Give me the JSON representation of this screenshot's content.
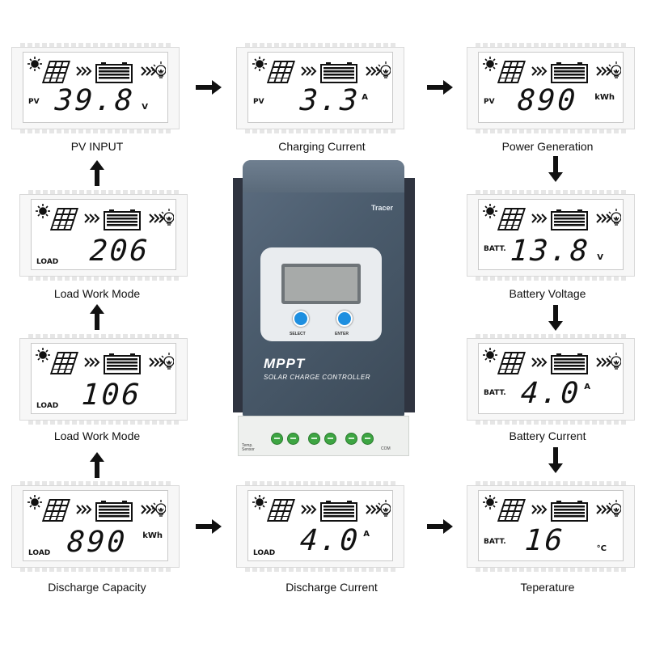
{
  "panels": [
    {
      "id": "pv-input",
      "mode": "PV",
      "value": "39.8",
      "unit": "V",
      "caption": "PV INPUT"
    },
    {
      "id": "charging-current",
      "mode": "PV",
      "value": "3.3",
      "unit": "A",
      "caption": "Charging Current"
    },
    {
      "id": "power-generation",
      "mode": "PV",
      "value": "890",
      "unit": "kWh",
      "caption": "Power Generation"
    },
    {
      "id": "load-work-mode-1",
      "mode": "LOAD",
      "value": "206",
      "unit": "",
      "caption": "Load Work Mode"
    },
    {
      "id": "battery-voltage",
      "mode": "BATT.",
      "value": "13.8",
      "unit": "V",
      "caption": "Battery Voltage"
    },
    {
      "id": "load-work-mode-2",
      "mode": "LOAD",
      "value": "106",
      "unit": "",
      "caption": "Load Work Mode"
    },
    {
      "id": "battery-current",
      "mode": "BATT.",
      "value": "4.0",
      "unit": "A",
      "caption": "Battery Current"
    },
    {
      "id": "discharge-capacity",
      "mode": "LOAD",
      "value": "890",
      "unit": "kWh",
      "caption": "Discharge Capacity"
    },
    {
      "id": "discharge-current",
      "mode": "LOAD",
      "value": "4.0",
      "unit": "A",
      "caption": "Discharge Current"
    },
    {
      "id": "temperature",
      "mode": "BATT.",
      "value": "16",
      "unit": "°C",
      "caption": "Teperature"
    }
  ],
  "controller": {
    "brand": "Tracer",
    "title": "MPPT",
    "subtitle": "SOLAR CHARGE CONTROLLER",
    "select_label": "SELECT",
    "enter_label": "ENTER",
    "temp_sensor_label": "Temp. Sensor",
    "com_label": "COM"
  },
  "colors": {
    "button": "#1e8fe0",
    "terminal": "#3da542",
    "body": "#4a5b6c"
  }
}
